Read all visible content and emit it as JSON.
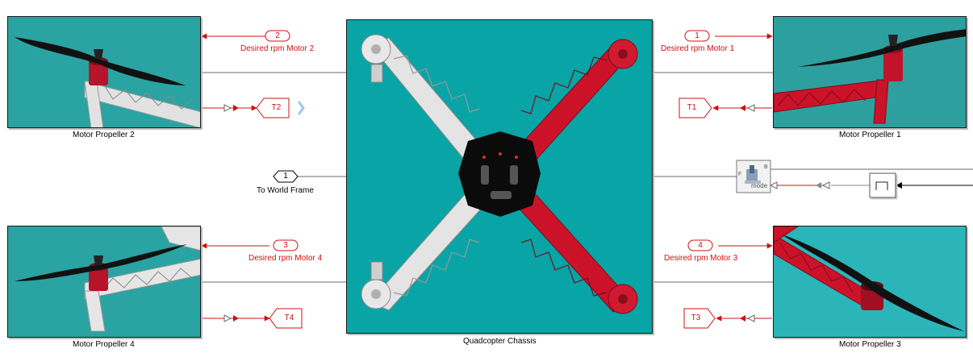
{
  "chassis": {
    "label": "Quadcopter Chassis"
  },
  "motors": [
    {
      "label": "Motor Propeller 2"
    },
    {
      "label": "Motor Propeller 1"
    },
    {
      "label": "Motor Propeller 4"
    },
    {
      "label": "Motor Propeller 3"
    }
  ],
  "inports": [
    {
      "number": "1",
      "label": "Desired rpm Motor 1"
    },
    {
      "number": "2",
      "label": "Desired rpm Motor 2"
    },
    {
      "number": "3",
      "label": "Desired rpm Motor 4"
    },
    {
      "number": "4",
      "label": "Desired rpm Motor 3"
    }
  ],
  "outports": [
    {
      "number": "1",
      "label": "To World Frame"
    }
  ],
  "goto_tags": [
    "T1",
    "T2",
    "T3",
    "T4"
  ],
  "joint_block": {
    "port_f": "F",
    "port_b": "B",
    "mode_label": "mode"
  },
  "colors": {
    "signal": "#d01010",
    "background": "#2aa3a3",
    "chassis_background": "#08a4a6",
    "frame_white": "#e4e4e4",
    "frame_red": "#cc1228",
    "propeller": "#111111"
  }
}
